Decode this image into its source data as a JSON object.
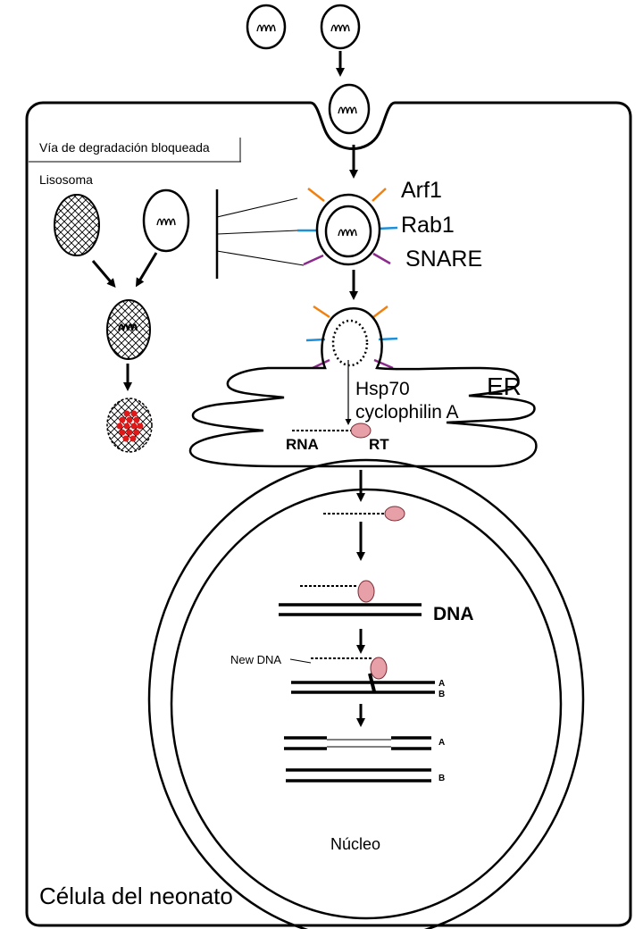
{
  "labels": {
    "blocked_pathway": "Vía de degradación bloqueada",
    "lysosome": "Lisosoma",
    "arf1": "Arf1",
    "rab1": "Rab1",
    "snare": "SNARE",
    "er": "ER",
    "hsp70": "Hsp70",
    "cyclophilin": "cyclophilin A",
    "rna": "RNA",
    "rt": "RT",
    "dna": "DNA",
    "new_dna": "New DNA",
    "strand_a": "A",
    "strand_b": "B",
    "nucleus": "Núcleo",
    "cell": "Célula del neonato"
  },
  "colors": {
    "arf1": "#f08010",
    "rab1": "#1e90d8",
    "snare": "#8b2a8b",
    "rt_enzyme": "#e8a0a8",
    "degraded": "#e01818",
    "outline": "#000000"
  }
}
